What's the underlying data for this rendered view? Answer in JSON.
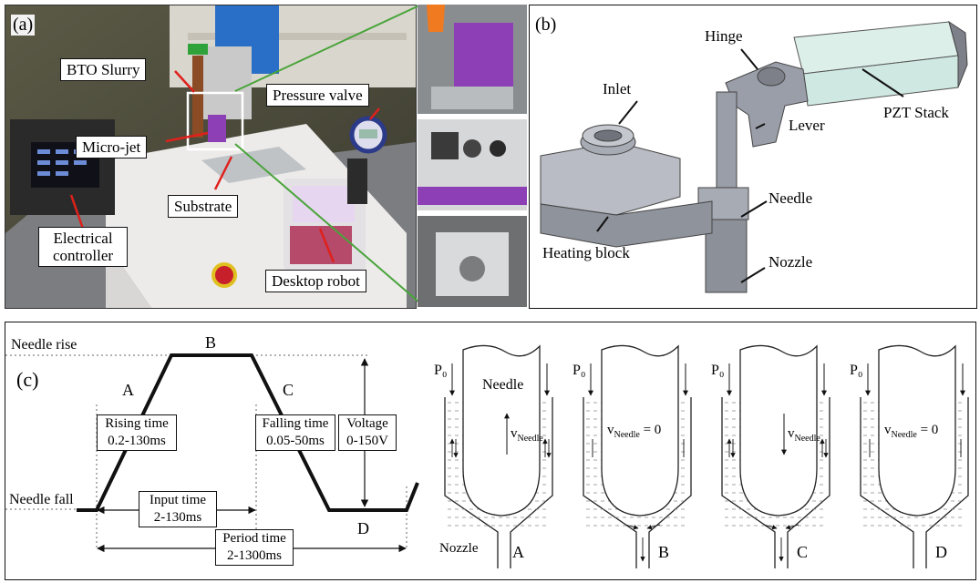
{
  "panel_a": {
    "tag": "(a)",
    "labels": {
      "bto": "BTO Slurry",
      "valve": "Pressure valve",
      "microjet": "Micro-jet",
      "substrate": "Substrate",
      "controller": "Electrical\ncontroller",
      "robot": "Desktop robot"
    }
  },
  "panel_b": {
    "tag": "(b)",
    "labels": {
      "hinge": "Hinge",
      "inlet": "Inlet",
      "pzt": "PZT Stack",
      "lever": "Lever",
      "needle": "Needle",
      "heating": "Heating block",
      "nozzle": "Nozzle"
    }
  },
  "panel_c": {
    "tag": "(c)",
    "needle_rise": "Needle rise",
    "needle_fall": "Needle fall",
    "letters": [
      "A",
      "B",
      "C",
      "D"
    ],
    "rising": "Rising time\n0.2-130ms",
    "falling": "Falling time\n0.05-50ms",
    "voltage": "Voltage\n0-150V",
    "input": "Input time\n2-130ms",
    "period": "Period time\n2-1300ms"
  },
  "stages": {
    "p0": "P₀",
    "needle": "Needle",
    "nozzle": "Nozzle",
    "v_needle": "v",
    "v_sub": "Needle",
    "zero": "= 0",
    "letters": [
      "A",
      "B",
      "C",
      "D"
    ]
  },
  "colors": {
    "callout_arrow": "#e0201b",
    "zoom_line": "#49a43a",
    "pzt_fill": "#d6ece6",
    "body_gray": "#9a9ea8"
  }
}
